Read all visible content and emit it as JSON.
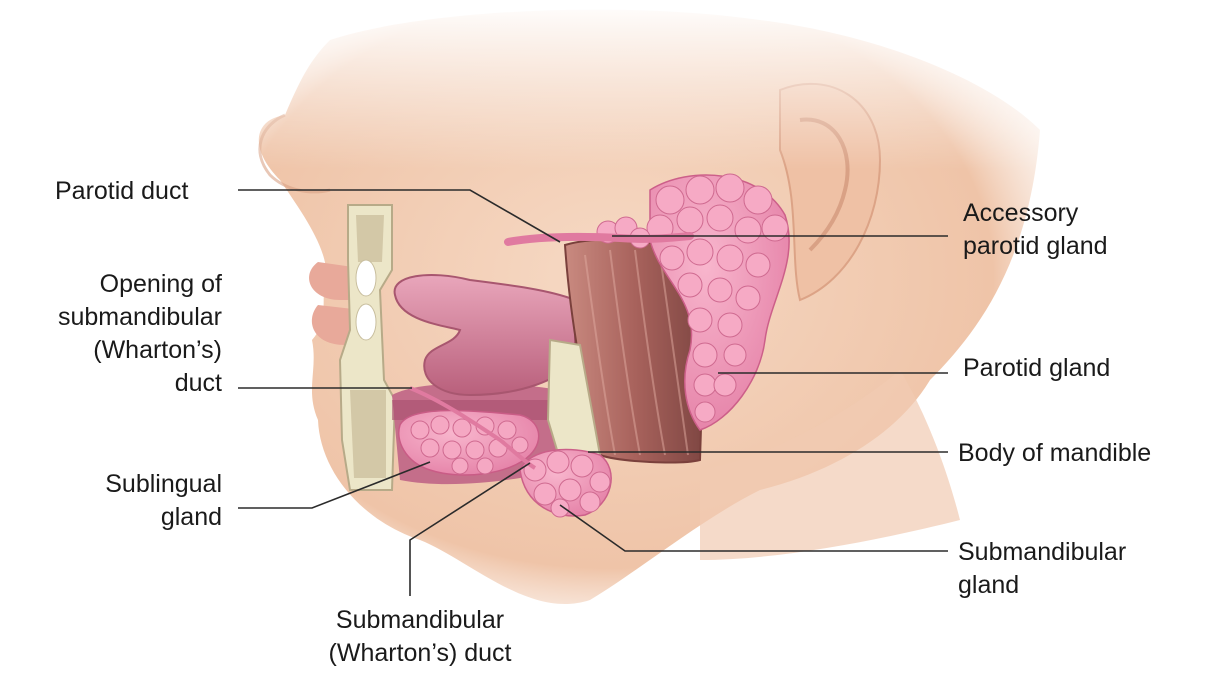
{
  "labels": {
    "parotid_duct": "Parotid duct",
    "opening_l1": "Opening of",
    "opening_l2": "submandibular",
    "opening_l3": "(Wharton’s)",
    "opening_l4": "duct",
    "sublingual_l1": "Sublingual",
    "sublingual_l2": "gland",
    "wharton_l1": "Submandibular",
    "wharton_l2": "(Wharton’s) duct",
    "accessory_l1": "Accessory",
    "accessory_l2": "parotid gland",
    "parotid_gland": "Parotid gland",
    "body_mandible": "Body of mandible",
    "submand_l1": "Submandibular",
    "submand_l2": "gland"
  },
  "colors": {
    "skin": "#f2cdb6",
    "skin_shadow": "#e3ad92",
    "gland": "#ef8fb3",
    "gland_dark": "#d86a92",
    "muscle": "#b5706a",
    "bone": "#ece6c8",
    "tongue": "#d9869f",
    "leader": "#2b2b2b"
  }
}
